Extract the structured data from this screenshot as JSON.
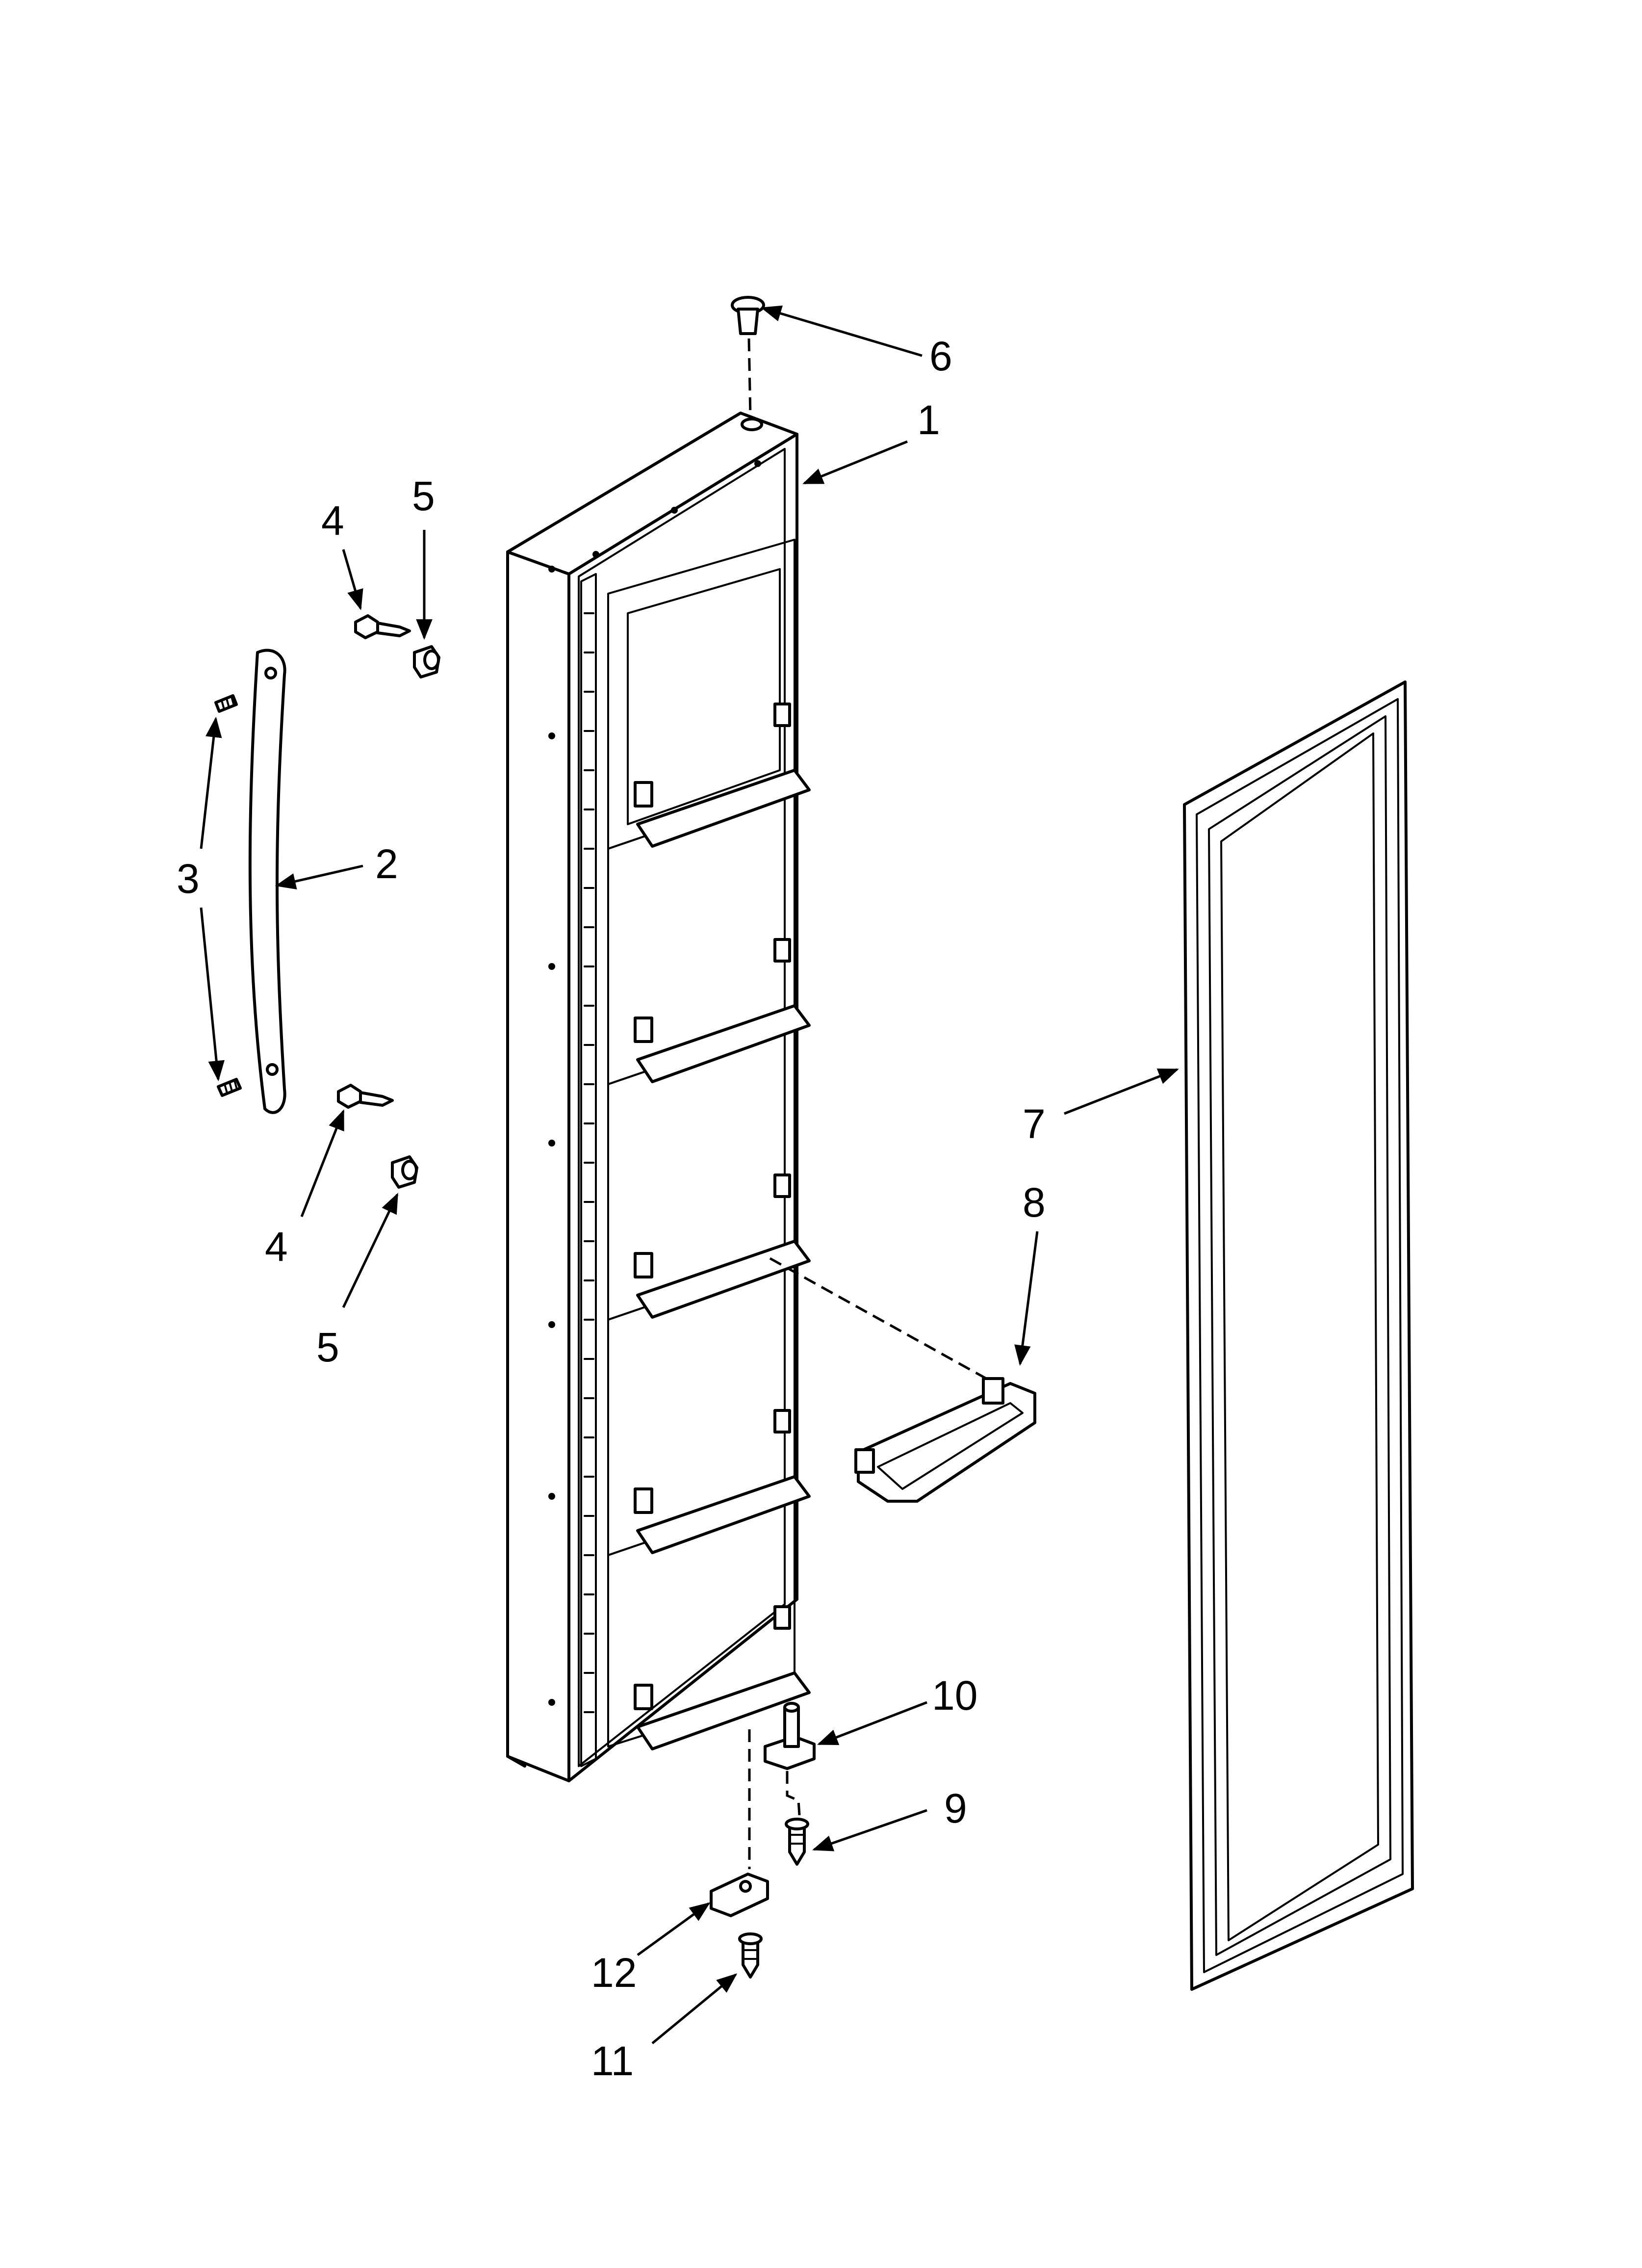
{
  "callouts": {
    "c1": "1",
    "c2": "2",
    "c3": "3",
    "c4_upper": "4",
    "c4_lower": "4",
    "c5_upper": "5",
    "c5_lower": "5",
    "c6": "6",
    "c7": "7",
    "c8": "8",
    "c9": "9",
    "c10": "10",
    "c11": "11",
    "c12": "12"
  }
}
